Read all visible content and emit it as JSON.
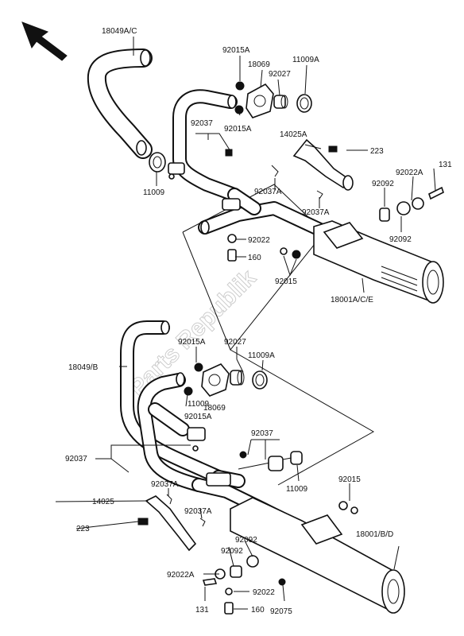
{
  "watermark": "Parts Republik",
  "labels": {
    "upper": {
      "l18049AC": "18049A/C",
      "l92015A_a": "92015A",
      "l18069": "18069",
      "l92027": "92027",
      "l11009A": "11009A",
      "l92037": "92037",
      "l92015A_b": "92015A",
      "l14025A": "14025A",
      "l223": "223",
      "l131": "131",
      "l92022A": "92022A",
      "l92092_a": "92092",
      "l11009": "11009",
      "l92037A_a": "92037A",
      "l92037A_b": "92037A",
      "l92092_b": "92092",
      "l92022": "92022",
      "l160": "160",
      "l92015": "92015",
      "l18001ACE": "18001A/C/E"
    },
    "lower": {
      "l92015A_a": "92015A",
      "l92027": "92027",
      "l11009A": "11009A",
      "l18049B": "18049/B",
      "l11009_a": "11009",
      "l18069": "18069",
      "l92015A_b": "92015A",
      "l92037": "92037",
      "l92037_b": "92037",
      "l11009_b": "11009",
      "l92015": "92015",
      "l92037A_a": "92037A",
      "l14025": "14025",
      "l92037A_b": "92037A",
      "l223": "223",
      "l18001BD": "18001/B/D",
      "l92092_a": "92092",
      "l92092_b": "92092",
      "l92022A": "92022A",
      "l92022": "92022",
      "l131": "131",
      "l160": "160",
      "l92075": "92075"
    }
  },
  "icons": {
    "direction": "front-direction-arrow-icon"
  }
}
